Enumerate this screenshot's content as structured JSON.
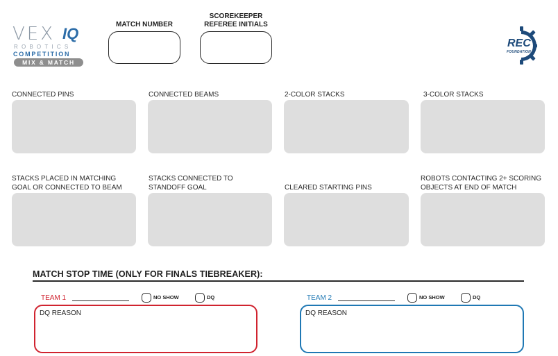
{
  "header": {
    "logo": {
      "vex_text": "VEX",
      "iq_text": "IQ",
      "robotics_text": "ROBOTICS",
      "competition_text": "COMPETITION",
      "edition_text": "MIX & MATCH"
    },
    "match_number_label": "MATCH NUMBER",
    "scorekeeper_label_line1": "SCOREKEEPER",
    "scorekeeper_label_line2": "REFEREE INITIALS",
    "rec_logo": {
      "rec_text": "REC",
      "foundation_text": "FOUNDATION"
    }
  },
  "scoring": [
    {
      "label_line1": "CONNECTED PINS",
      "label_line2": ""
    },
    {
      "label_line1": "CONNECTED BEAMS",
      "label_line2": ""
    },
    {
      "label_line1": "2-COLOR STACKS",
      "label_line2": ""
    },
    {
      "label_line1": "3-COLOR STACKS",
      "label_line2": ""
    },
    {
      "label_line1": "STACKS PLACED IN MATCHING",
      "label_line2": "GOAL OR CONNECTED TO BEAM"
    },
    {
      "label_line1": "STACKS CONNECTED TO",
      "label_line2": "STANDOFF GOAL"
    },
    {
      "label_line1": "",
      "label_line2": "CLEARED STARTING PINS"
    },
    {
      "label_line1": "ROBOTS CONTACTING 2+ SCORING",
      "label_line2": "OBJECTS AT END OF MATCH"
    }
  ],
  "match_stop": {
    "title": "MATCH STOP TIME (ONLY FOR FINALS TIEBREAKER):"
  },
  "teams": [
    {
      "label": "TEAM 1",
      "color": "#d0232f",
      "no_show_label": "NO SHOW",
      "dq_label": "DQ",
      "dq_reason_label": "DQ REASON"
    },
    {
      "label": "TEAM 2",
      "color": "#1f78b4",
      "no_show_label": "NO SHOW",
      "dq_label": "DQ",
      "dq_reason_label": "DQ REASON"
    }
  ]
}
